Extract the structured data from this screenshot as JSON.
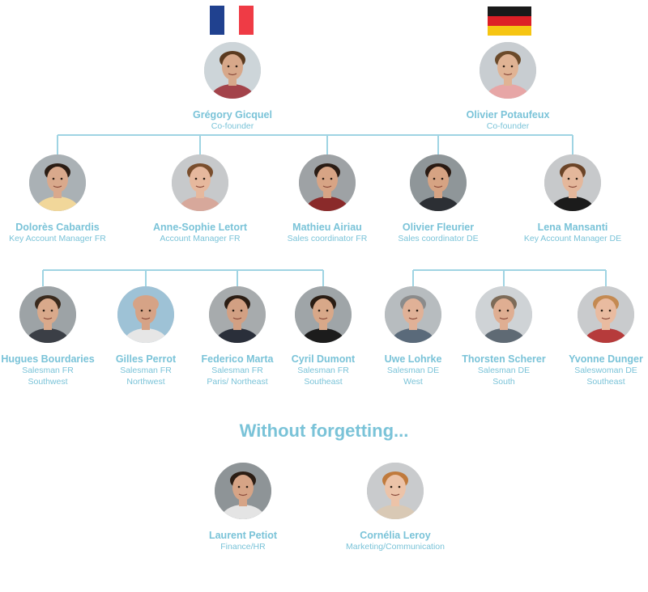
{
  "colors": {
    "accent": "#7ac3d8",
    "connector": "#9fd4e3"
  },
  "flags": [
    {
      "country": "France",
      "icon": "france-flag-icon",
      "colors": [
        "#20418f",
        "#ffffff",
        "#ef3b45"
      ]
    },
    {
      "country": "Germany",
      "icon": "germany-flag-icon",
      "colors": [
        "#1a1a1a",
        "#dd1f26",
        "#f6c512"
      ]
    }
  ],
  "founders": [
    {
      "name": "Grégory Gicquel",
      "role": "Co-founder",
      "skin": "#d7a88a",
      "hair": "#5a3a1f",
      "shirt": "#a3434a",
      "bg": "#cdd5d9"
    },
    {
      "name": "Olivier Potaufeux",
      "role": "Co-founder",
      "skin": "#e0b394",
      "hair": "#6b4a2a",
      "shirt": "#e7a6a6",
      "bg": "#c8cdd1"
    }
  ],
  "managers": [
    {
      "name": "Dolorès Cabardis",
      "role": "Key Account Manager FR",
      "skin": "#d9a98c",
      "hair": "#2b1d14",
      "shirt": "#f1d79a",
      "bg": "#aab1b5"
    },
    {
      "name": "Anne-Sophie Letort",
      "role": "Account Manager FR",
      "skin": "#e6b89d",
      "hair": "#7a4e2d",
      "shirt": "#d7a89b",
      "bg": "#c7c9cb"
    },
    {
      "name": "Mathieu Airiau",
      "role": "Sales coordinator FR",
      "skin": "#d7a485",
      "hair": "#2a1c14",
      "shirt": "#8a2a2a",
      "bg": "#9ea2a5"
    },
    {
      "name": "Olivier Fleurier",
      "role": "Sales coordinator DE",
      "skin": "#d6a383",
      "hair": "#2a1a12",
      "shirt": "#2c2f34",
      "bg": "#8f9699"
    },
    {
      "name": "Lena Mansanti",
      "role": "Key Account Manager DE",
      "skin": "#e4b79b",
      "hair": "#6b4427",
      "shirt": "#1b1b1b",
      "bg": "#c7c9cb"
    }
  ],
  "sales": [
    {
      "name": "Hugues Bourdaries",
      "role": "Salesman FR",
      "region": "Southwest",
      "skin": "#d9a98b",
      "hair": "#3a2a1d",
      "shirt": "#3b3f46",
      "bg": "#9da3a6"
    },
    {
      "name": "Gilles Perrot",
      "role": "Salesman FR",
      "region": "Northwest",
      "skin": "#d6a386",
      "hair": "#d6a386",
      "shirt": "#e6e6e6",
      "bg": "#9ec2d6"
    },
    {
      "name": "Federico Marta",
      "role": "Salesman FR",
      "region": "Paris/ Northeast",
      "skin": "#d2a083",
      "hair": "#2b1d14",
      "shirt": "#2a2f3a",
      "bg": "#a7abad"
    },
    {
      "name": "Cyril Dumont",
      "role": "Salesman FR",
      "region": "Southeast",
      "skin": "#d8a889",
      "hair": "#2a1d14",
      "shirt": "#1c1c1c",
      "bg": "#9fa5a8"
    },
    {
      "name": "Uwe Lohrke",
      "role": "Salesman DE",
      "region": "West",
      "skin": "#e0b197",
      "hair": "#8b8b8b",
      "shirt": "#5a6a7a",
      "bg": "#b7bcbf"
    },
    {
      "name": "Thorsten Scherer",
      "role": "Salesman DE",
      "region": "South",
      "skin": "#dfae92",
      "hair": "#7d6b58",
      "shirt": "#5f6a74",
      "bg": "#cfd3d6"
    },
    {
      "name": "Yvonne Dunger",
      "role": "Saleswoman DE",
      "region": "Southeast",
      "skin": "#e9bba0",
      "hair": "#c48a52",
      "shirt": "#b63b3b",
      "bg": "#c9cbcd"
    }
  ],
  "heading": "Without forgetting...",
  "others": [
    {
      "name": "Laurent Petiot",
      "role": "Finance/HR",
      "skin": "#d6a486",
      "hair": "#2b1d14",
      "shirt": "#e4e4e4",
      "bg": "#8e9497"
    },
    {
      "name": "Cornélia Leroy",
      "role": "Marketing/Communication",
      "skin": "#ecc3a8",
      "hair": "#c07a3c",
      "shirt": "#d9c9b5",
      "bg": "#c9cbcd"
    }
  ]
}
